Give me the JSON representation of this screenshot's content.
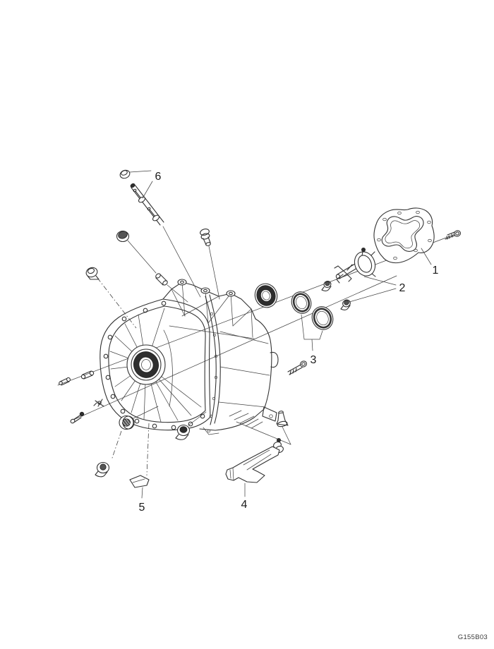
{
  "figure": {
    "code": "G155B03",
    "callouts": [
      {
        "label": "1"
      },
      {
        "label": "2"
      },
      {
        "label": "3"
      },
      {
        "label": "4"
      },
      {
        "label": "5"
      },
      {
        "label": "6"
      }
    ],
    "colors": {
      "background": "#ffffff",
      "line": "#333333",
      "seal_dark": "#2e2e2e"
    }
  }
}
